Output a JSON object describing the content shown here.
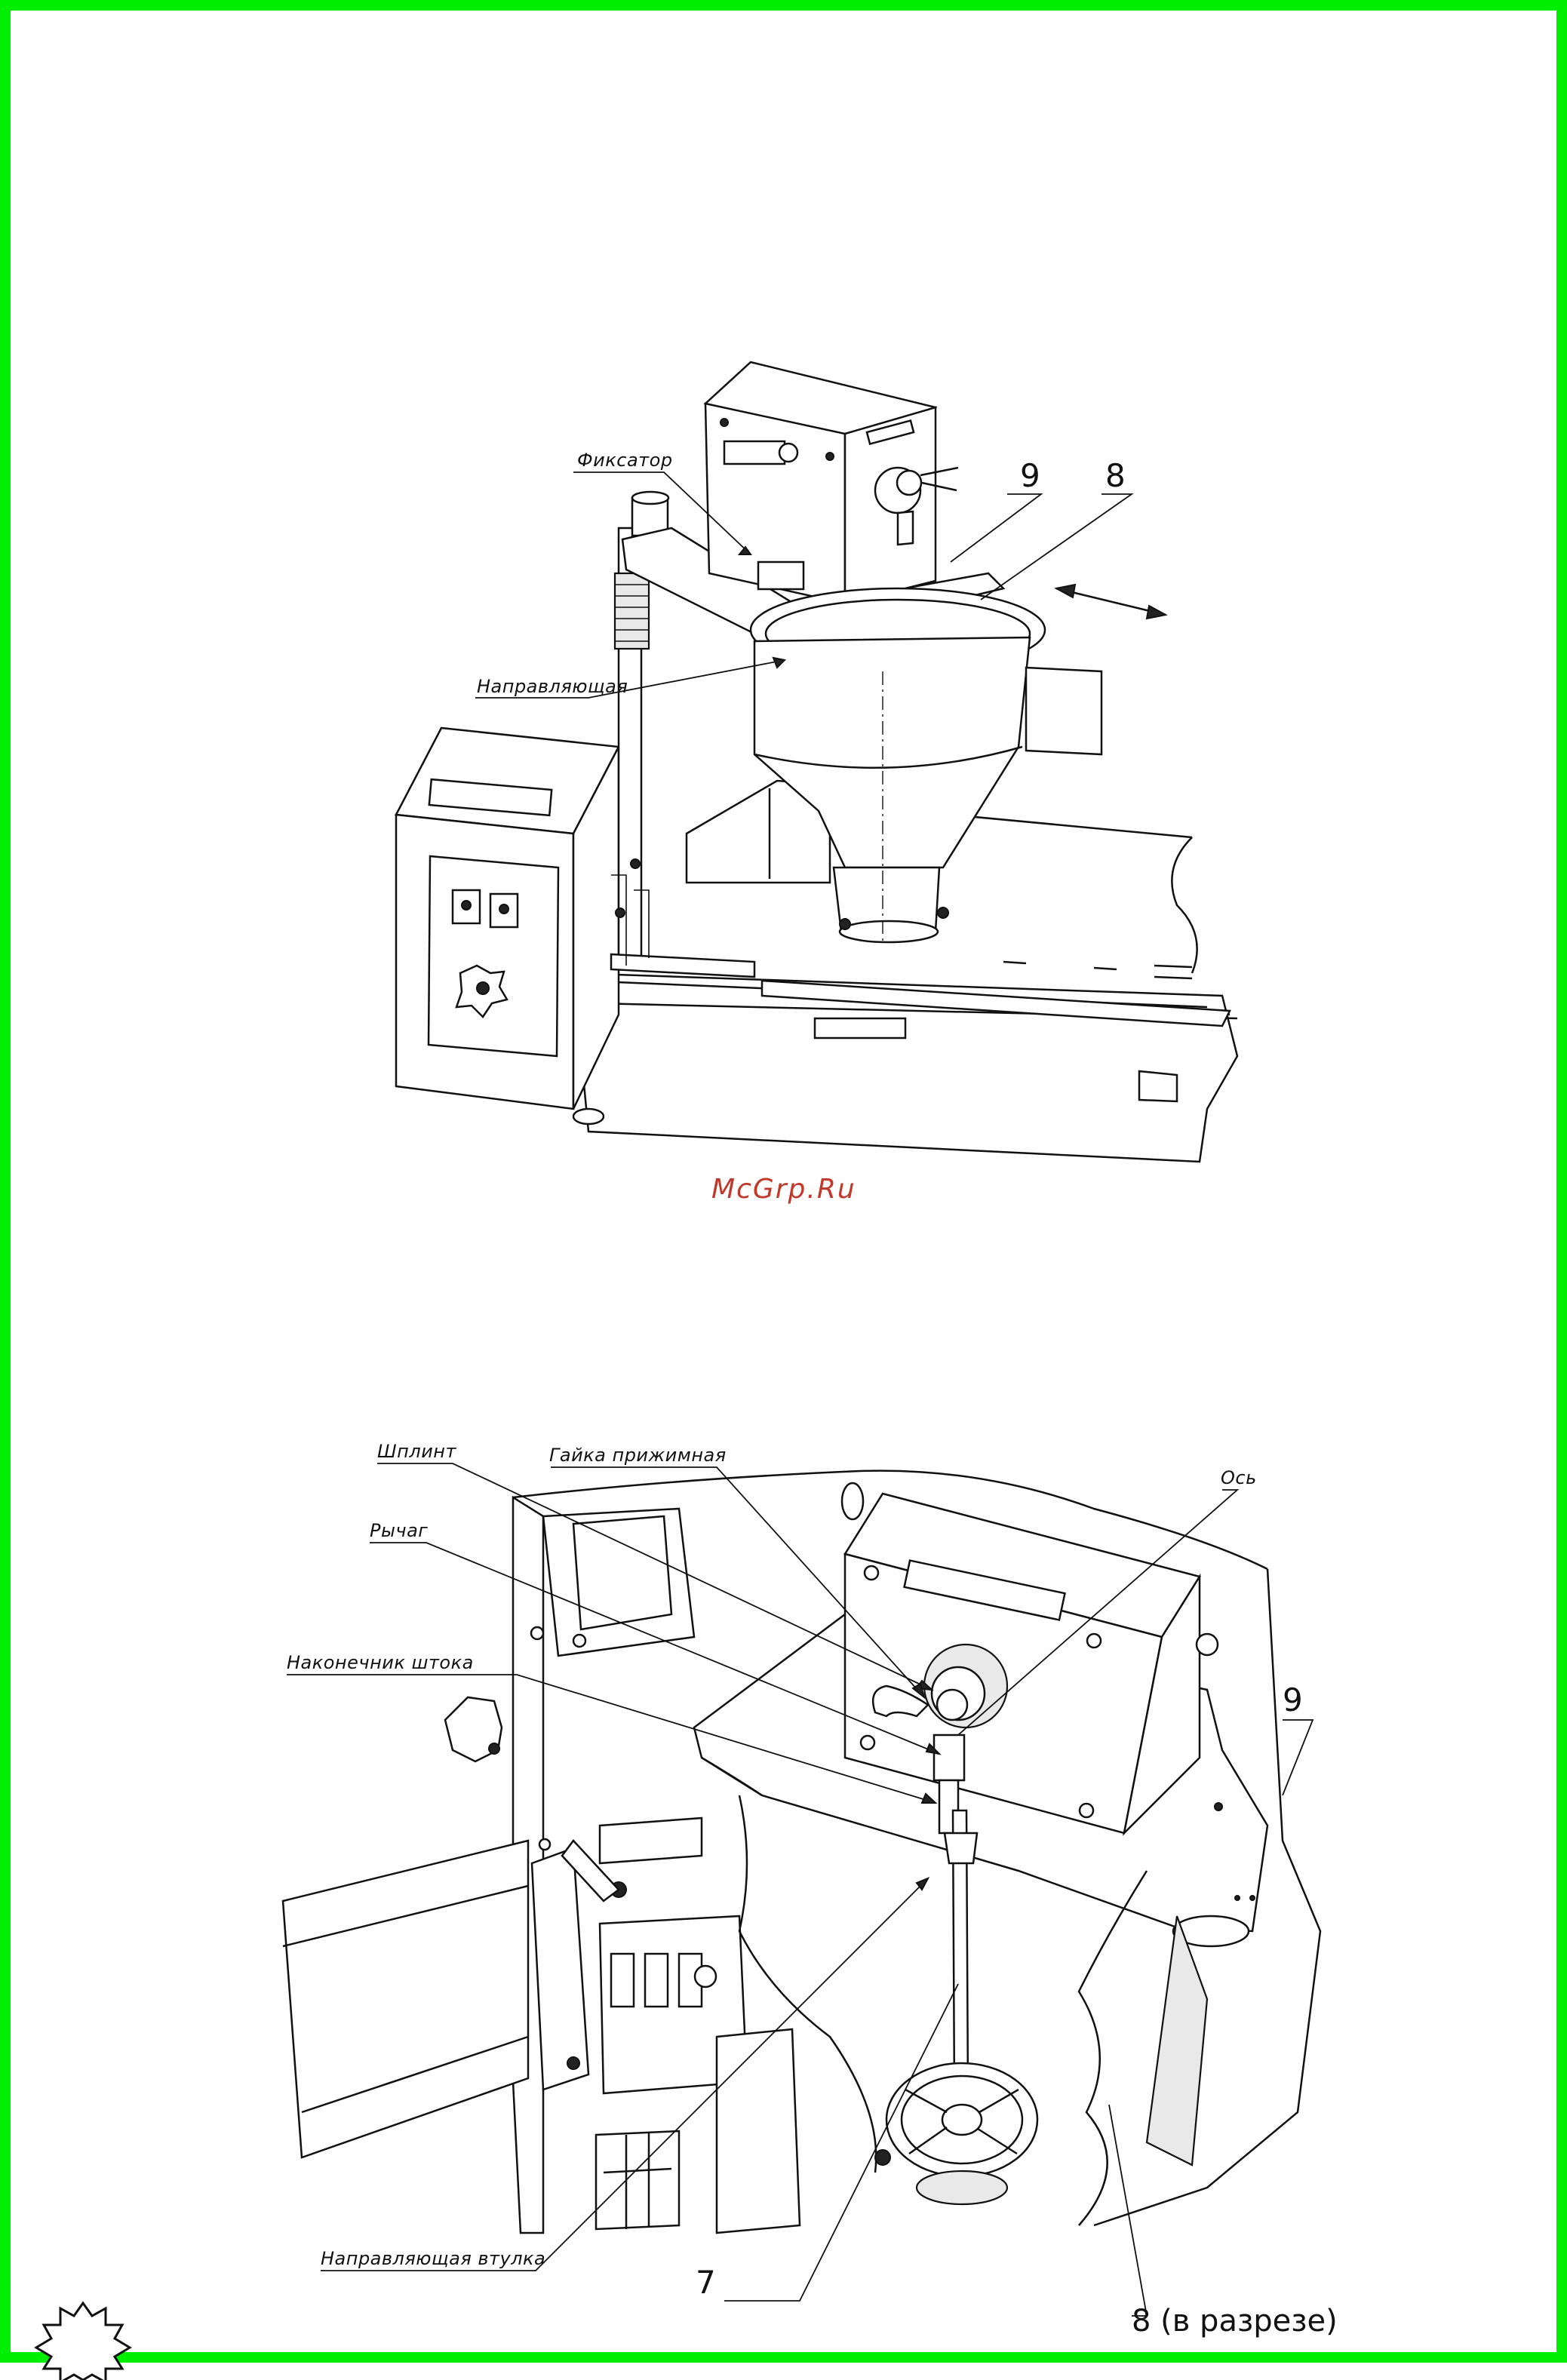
{
  "colors": {
    "frame_border": "#00ee00",
    "watermark": "#c0392b",
    "line": "#111111"
  },
  "watermark": "McGrp.Ru",
  "figure_top": {
    "callouts": {
      "fixator": "Фиксатор",
      "guide": "Направляющая",
      "num_9": "9",
      "num_8": "8"
    }
  },
  "figure_bottom": {
    "callouts": {
      "cotter_pin": "Шплинт",
      "clamp_nut": "Гайка прижимная",
      "axis": "Ось",
      "lever": "Рычаг",
      "rod_tip": "Наконечник штока",
      "num_9": "9",
      "guide_bush": "Направляющая втулка",
      "num_7": "7",
      "num_8_section": "8 (в разрезе)"
    }
  },
  "corner_badge_icon": "starburst-icon"
}
